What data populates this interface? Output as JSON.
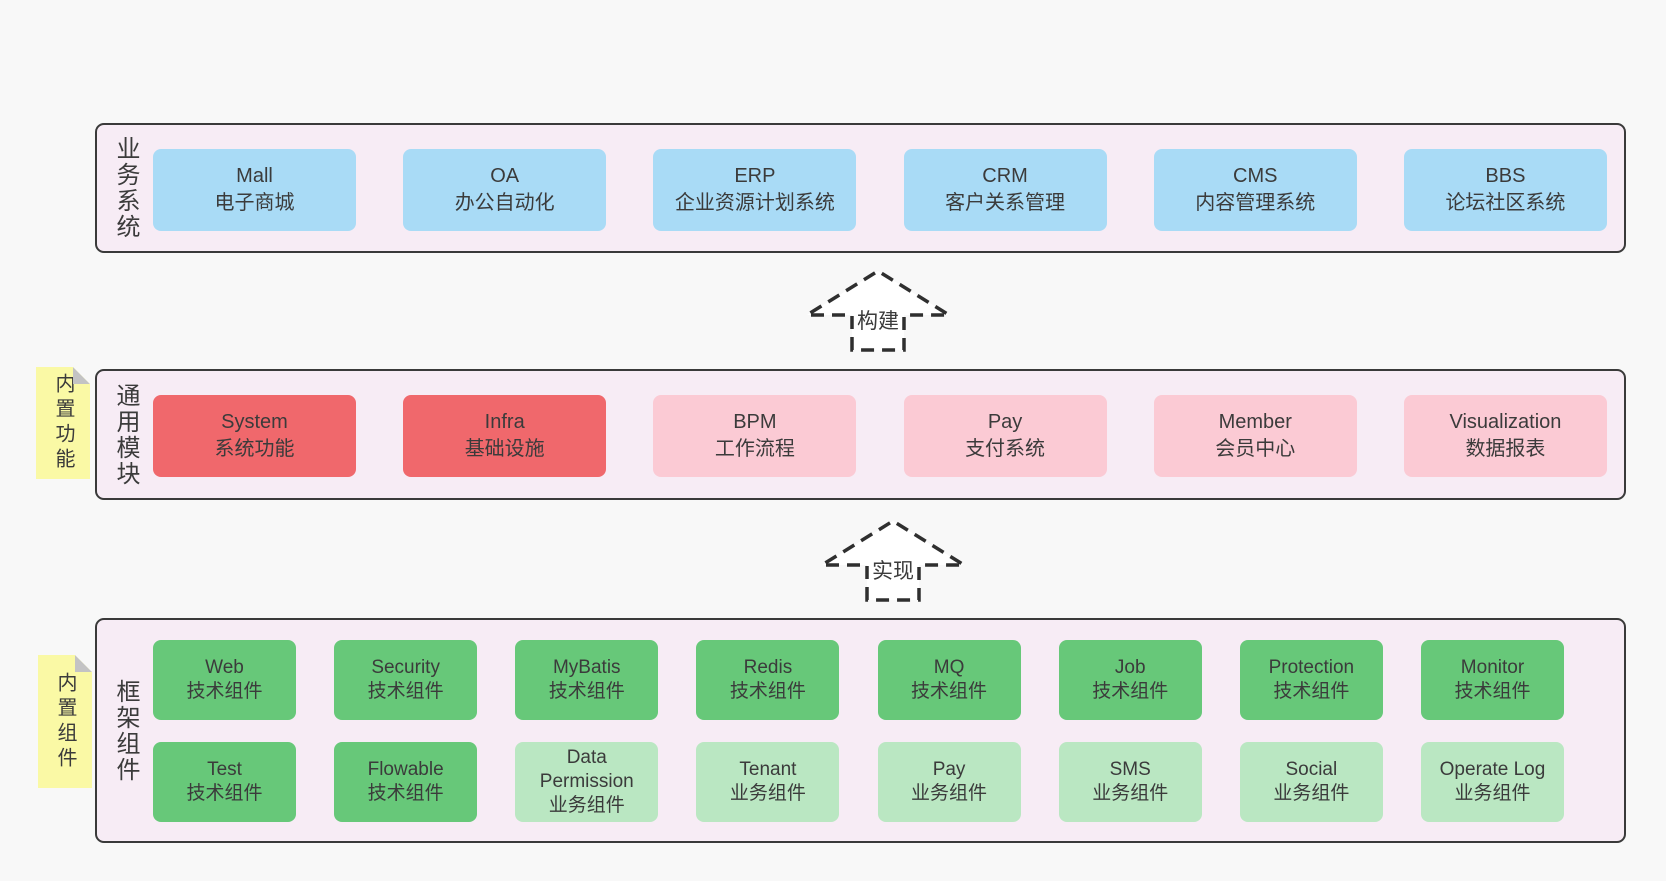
{
  "colors": {
    "page": "#f8f8f8",
    "panel": "#f7ecf5",
    "border": "#3a3a3a",
    "text": "#3b3b3b",
    "blue": "#a9dbf6",
    "red": "#f0686c",
    "pink": "#fbcad4",
    "green": "#67c879",
    "lightgreen": "#bae7c2",
    "sticky": "#faf9a5",
    "fold": "#c3c3c4",
    "arrow": "#2f2f2f",
    "arrowfill": "#ffffff"
  },
  "diagram": {
    "business": {
      "label": "业务系统",
      "boxes": [
        {
          "name": "Mall",
          "desc": "电子商城"
        },
        {
          "name": "OA",
          "desc": "办公自动化"
        },
        {
          "name": "ERP",
          "desc": "企业资源计划系统"
        },
        {
          "name": "CRM",
          "desc": "客户关系管理"
        },
        {
          "name": "CMS",
          "desc": "内容管理系统"
        },
        {
          "name": "BBS",
          "desc": "论坛社区系统"
        }
      ]
    },
    "build_arrow": {
      "label": "构建"
    },
    "modules": {
      "label": "通用模块",
      "sticky": "内置功能",
      "boxes": [
        {
          "name": "System",
          "desc": "系统功能"
        },
        {
          "name": "Infra",
          "desc": "基础设施"
        },
        {
          "name": "BPM",
          "desc": "工作流程"
        },
        {
          "name": "Pay",
          "desc": "支付系统"
        },
        {
          "name": "Member",
          "desc": "会员中心"
        },
        {
          "name": "Visualization",
          "desc": "数据报表"
        }
      ]
    },
    "implement_arrow": {
      "label": "实现"
    },
    "components": {
      "label": "框架组件",
      "sticky": "内置组件",
      "boxes": [
        {
          "name": "Web",
          "desc": "技术组件"
        },
        {
          "name": "Security",
          "desc": "技术组件"
        },
        {
          "name": "MyBatis",
          "desc": "技术组件"
        },
        {
          "name": "Redis",
          "desc": "技术组件"
        },
        {
          "name": "MQ",
          "desc": "技术组件"
        },
        {
          "name": "Job",
          "desc": "技术组件"
        },
        {
          "name": "Protection",
          "desc": "技术组件"
        },
        {
          "name": "Monitor",
          "desc": "技术组件"
        },
        {
          "name": "Test",
          "desc": "技术组件"
        },
        {
          "name": "Flowable",
          "desc": "技术组件"
        },
        {
          "name": "Data Permission",
          "desc": "业务组件"
        },
        {
          "name": "Tenant",
          "desc": "业务组件"
        },
        {
          "name": "Pay",
          "desc": "业务组件"
        },
        {
          "name": "SMS",
          "desc": "业务组件"
        },
        {
          "name": "Social",
          "desc": "业务组件"
        },
        {
          "name": "Operate Log",
          "desc": "业务组件"
        }
      ]
    }
  }
}
